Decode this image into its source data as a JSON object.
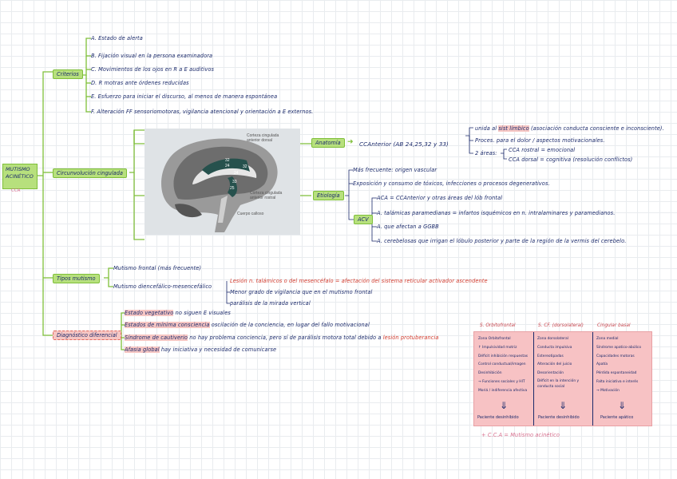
{
  "root": {
    "title_line1": "MUTISMO",
    "title_line2": "ACINÉTICO",
    "sub": "CCA"
  },
  "criterios": {
    "label": "Criterios",
    "items": [
      "A. Estado de alerta",
      "B. Fijación visual en la persona examinadora",
      "C. Movimientos de los ojos en R a E auditivos",
      "D. R motras ante órdenes reducidas",
      "E. Esfuerzo para iniciar el discurso, al menos de manera espontánea",
      "F. Alteración FF sensoriomotoras, vigilancia atencional y orientación a E externos."
    ]
  },
  "circunvolucion": {
    "label": "Circunvolución cingulada"
  },
  "brain_labels": {
    "dorsal": "Corteza cingulada anterior dorsal",
    "rostral": "Corteza cingulada anterior rostral",
    "callosum": "Cuerpo calloso",
    "n32a": "32",
    "n24a": "24",
    "n32b": "32",
    "n24b": "24",
    "n25": "25",
    "n33": "33"
  },
  "anatomia": {
    "label": "Anatomía",
    "arrow": "➜",
    "cca_line": "CCAnterior (AB 24,25,32 y 33)",
    "unida_pre": "unida al",
    "unida_hl": "sist límbico",
    "unida_post": "(asociación conducta consciente e inconsciente).",
    "proces": "Proces. para el dolor / aspectos motivacionales.",
    "dos_areas": "2 áreas:",
    "cca_rostral": "CCA rostral = emocional",
    "cca_dorsal": "CCA dorsal = cognitiva (resolución conflictos)"
  },
  "etiologia": {
    "label": "Etiología",
    "item1": "Más frecuente: origen vascular",
    "item2": "Exposición y consumo de tóxicos, infecciones o procesos degenerativos.",
    "acv": "ACV",
    "aca": "ACA = CCAnterior y otras áreas del lób frontal",
    "talamicas": "A. talámicas paramedianas = infartos isquémicos en n. intralaminares y paramedianos.",
    "gbb": "A. que afectan a GGBB",
    "cerebelosas": "A. cerebelosas que irrigan el lóbulo posterior y parte de la región de la vermis del cerebelo."
  },
  "tipos": {
    "label": "Tipos mutismo",
    "frontal": "Mutismo frontal (más frecuente)",
    "diencef": "Mutismo diencefálico-mesencefálico",
    "lesion": "Lesión n. talámicos o del mesencéfalo = afectación del sistema reticular activador ascendente",
    "menor": "Menor grado de vigilancia que en el mutismo frontal",
    "paralisis": "parálisis de la mirada vertical"
  },
  "diagnostico": {
    "label": "Diagnóstico diferencial",
    "vegetativo_hl": "Estado vegetativo",
    "vegetativo_rest": "no siguen E visuales",
    "minima_hl": "Estados de mínima consciencia",
    "minima_rest": "oscilación de la conciencia, en lugar del fallo motivacional",
    "cautiverio_hl": "Síndrome de cautiverio",
    "cautiverio_rest": "no hay problema conciencia, pero sí de parálisis motora total debido a",
    "cautiverio_red": "lesión protuberancia",
    "afasia_hl": "Afasia global",
    "afasia_rest": "hay iniciativa y necesidad de comunicarse"
  },
  "table": {
    "headers": [
      "S. Orbitofrontal",
      "S. CF. (dorsolateral)",
      "Cingular basal"
    ],
    "col1": [
      "Zona Orbitofrontal",
      "↑ Impulsividad motriz",
      "Déficit inhibición respuestas",
      "Control conductual/imagen",
      "Desinhibición",
      "→ Funciones sociales y HIT",
      "Moriá / indiferencia afectiva"
    ],
    "col2": [
      "Zona dorsolateral",
      "Conducta impulsiva",
      "Estereotipadas",
      "Alteración del juicio",
      "Desorientación",
      "Déficit en la intención y conducta social"
    ],
    "col3": [
      "Zona medial",
      "Síndrome apatico-abúlico",
      "Capacidades motoras",
      "Apatía",
      "Pérdida espontaneidad",
      "Falta iniciativa e interés",
      "→ Motivación"
    ],
    "foot1": "Paciente desinhibido",
    "foot2": "Paciente desinhibido",
    "foot3": "Paciente apático",
    "down": "⇓",
    "note": "+ C.C.A = Mutismo acinético"
  }
}
